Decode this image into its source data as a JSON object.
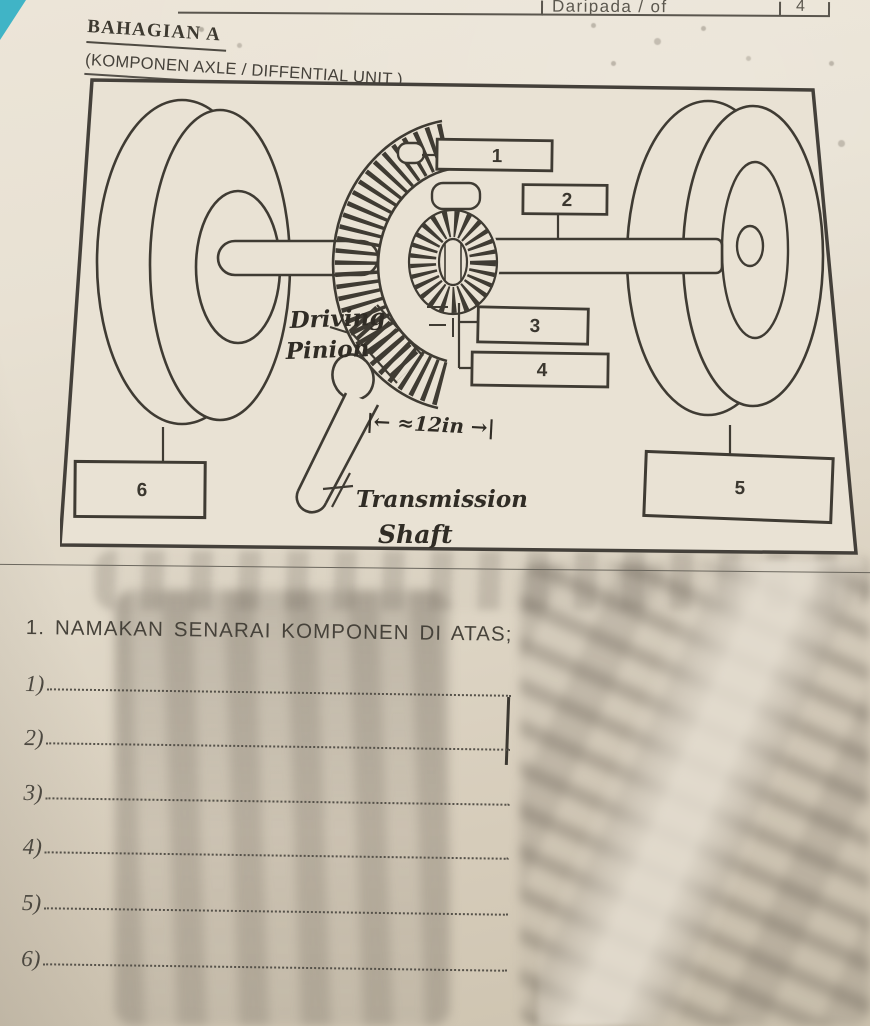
{
  "header": {
    "table": {
      "label": "Daripada / of",
      "value": "4"
    },
    "title": "BAHAGIAN A",
    "subtitle": "(KOMPONEN AXLE / DIFFENTIAL UNIT )"
  },
  "diagram": {
    "callouts": [
      "1",
      "2",
      "3",
      "4",
      "5",
      "6"
    ],
    "annotations": {
      "driving_pinion_1": "Driving",
      "driving_pinion_2": "Pinion",
      "measurement": "|← ≈12in →|",
      "transmission_1": "Transmission",
      "transmission_2": "Shaft"
    }
  },
  "question": {
    "prompt": "1. NAMAKAN SENARAI KOMPONEN DI ATAS;",
    "items": [
      "1)",
      "2)",
      "3)",
      "4)",
      "5)",
      "6)"
    ]
  },
  "colors": {
    "paper": "#e7e0d2",
    "ink": "#3f3b33",
    "desk_corner": "#40b4c6",
    "smudge": "#8e8678"
  }
}
